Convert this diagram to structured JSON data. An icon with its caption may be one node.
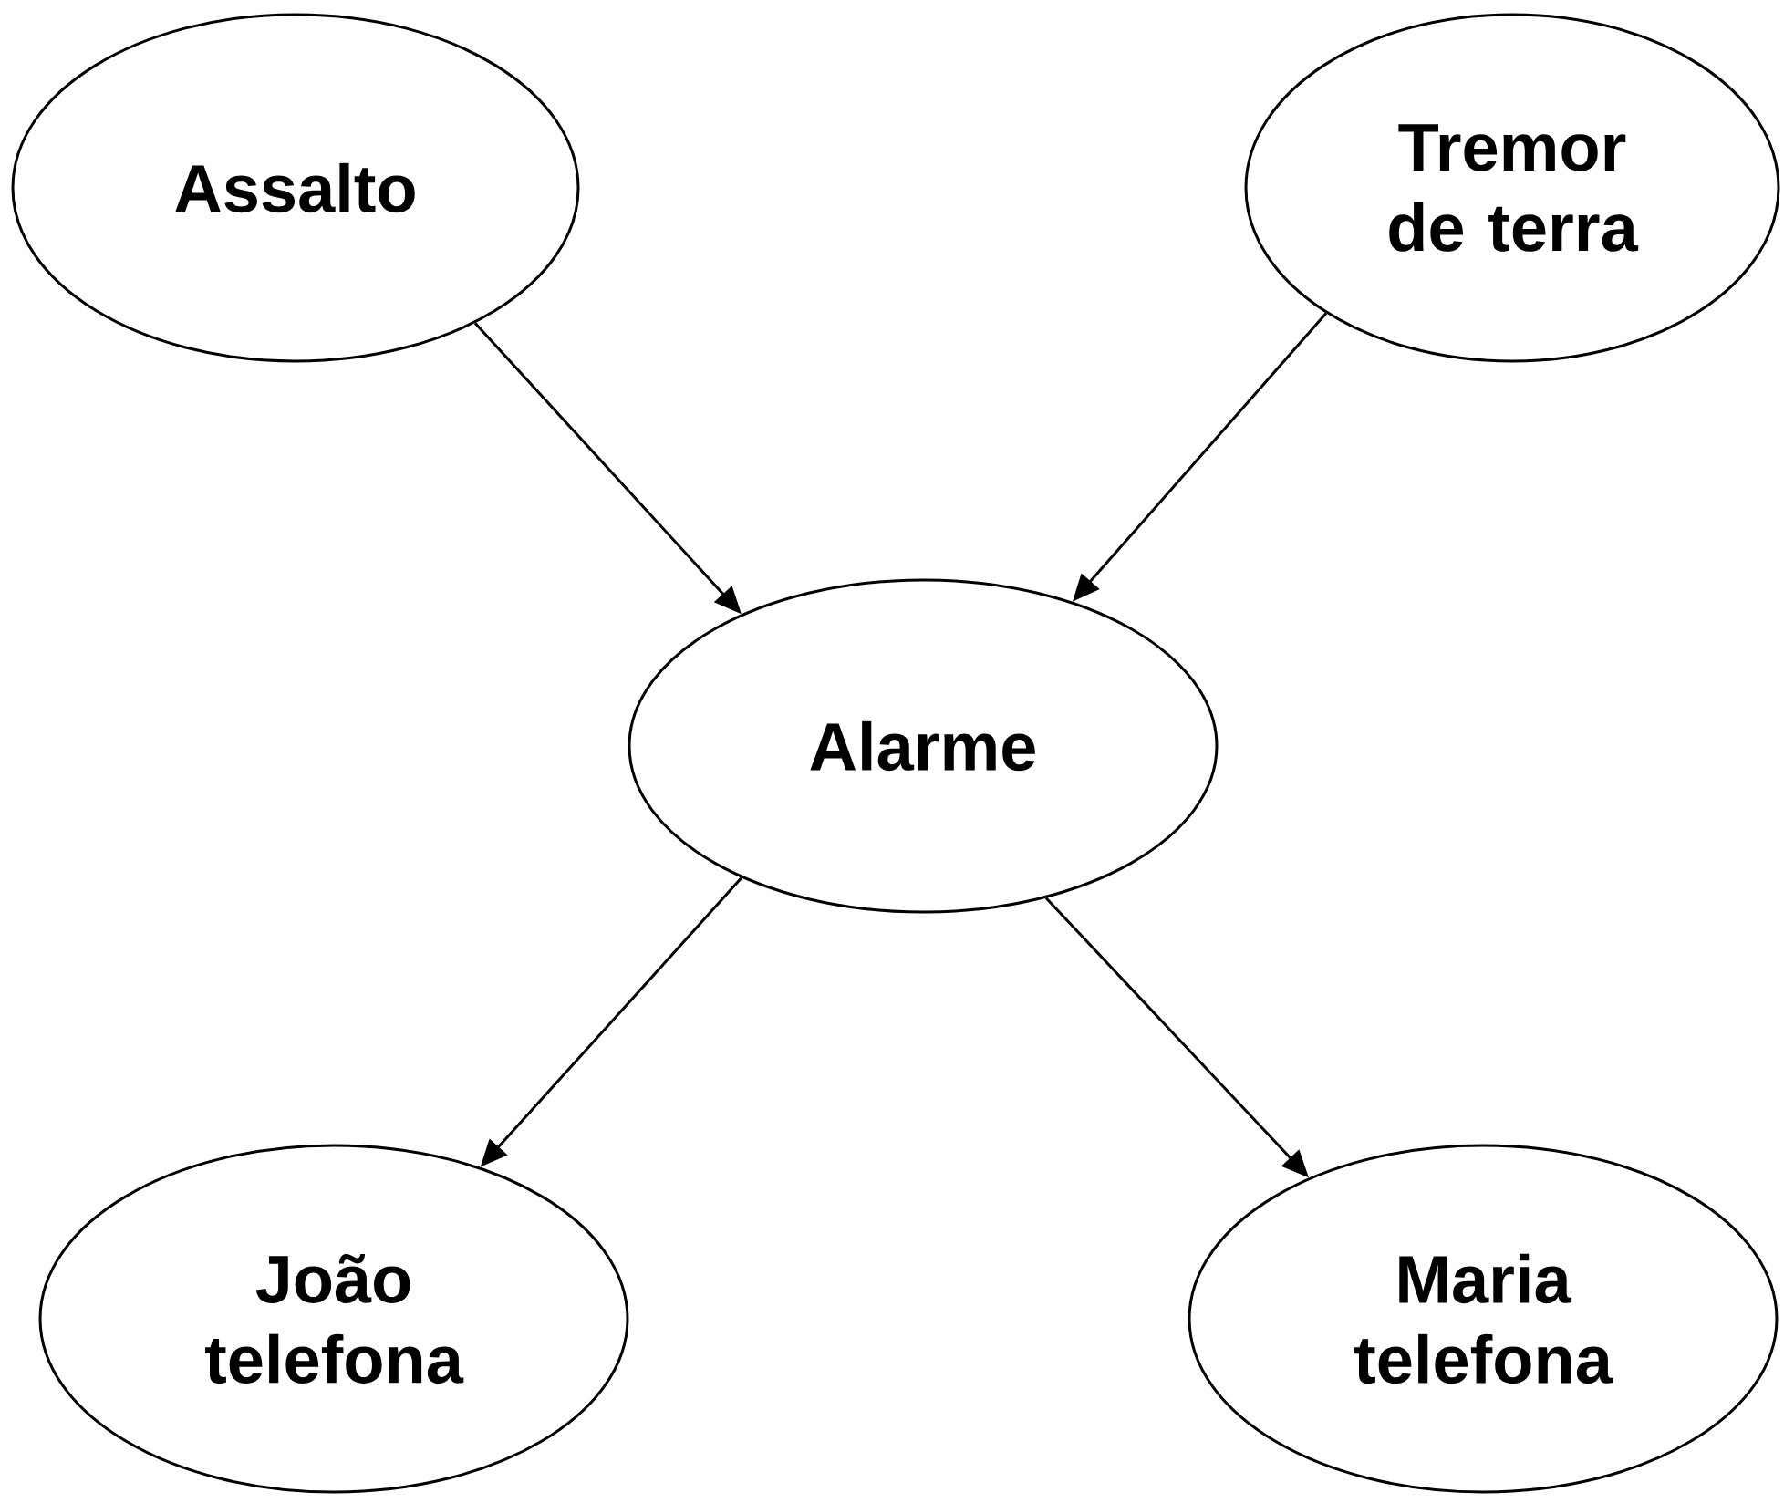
{
  "diagram": {
    "nodes": [
      {
        "text": [
          "Assalto"
        ]
      },
      {
        "text": [
          "Tremor de terra"
        ]
      },
      {
        "text": [
          "Alarme"
        ]
      },
      {
        "text": [
          "João telefona"
        ]
      },
      {
        "text": [
          "Maria telefona"
        ]
      }
    ],
    "edges": [
      {
        "from": 0,
        "to": 2,
        "arrow": "to"
      },
      {
        "from": 1,
        "to": 2,
        "arrow": "to"
      },
      {
        "from": 2,
        "to": 3,
        "arrow": "to"
      },
      {
        "from": 2,
        "to": 4,
        "arrow": "to"
      }
    ]
  }
}
